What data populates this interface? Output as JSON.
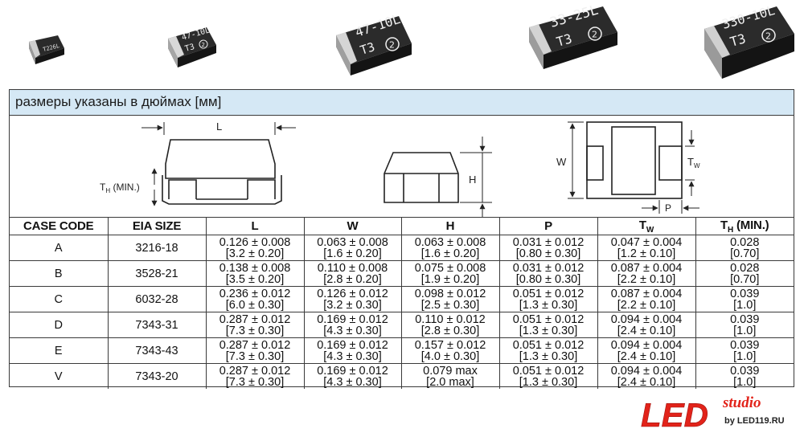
{
  "photos": [
    {
      "label": "T226L",
      "code": ""
    },
    {
      "label": "47-10L",
      "code": "T3"
    },
    {
      "label": "47-10L",
      "code": "T3"
    },
    {
      "label": "33-25L",
      "code": "T3"
    },
    {
      "label": "330-10L",
      "code": "T3"
    }
  ],
  "photo_mark": "2",
  "header": {
    "title": "размеры указаны в дюймах [мм]"
  },
  "drawings": {
    "side_l": "L",
    "side_th": "T",
    "side_th_sub": "H",
    "side_th_suffix": " (MIN.)",
    "front_h": "H",
    "top_w": "W",
    "top_tw": "T",
    "top_tw_sub": "W",
    "top_p": "P"
  },
  "table": {
    "columns": [
      {
        "text": "CASE CODE",
        "sub": ""
      },
      {
        "text": "EIA SIZE",
        "sub": ""
      },
      {
        "text": "L",
        "sub": ""
      },
      {
        "text": "W",
        "sub": ""
      },
      {
        "text": "H",
        "sub": ""
      },
      {
        "text": "P",
        "sub": ""
      },
      {
        "text": "T",
        "sub": "W"
      },
      {
        "text": "T",
        "sub": "H",
        "suffix": " (MIN.)"
      }
    ],
    "rows": [
      {
        "case": "A",
        "eia": "3216-18",
        "L": [
          "0.126 ± 0.008",
          "[3.2 ± 0.20]"
        ],
        "W": [
          "0.063 ± 0.008",
          "[1.6 ± 0.20]"
        ],
        "H": [
          "0.063 ± 0.008",
          "[1.6 ± 0.20]"
        ],
        "P": [
          "0.031 ± 0.012",
          "[0.80 ± 0.30]"
        ],
        "TW": [
          "0.047 ± 0.004",
          "[1.2 ± 0.10]"
        ],
        "TH": [
          "0.028",
          "[0.70]"
        ]
      },
      {
        "case": "B",
        "eia": "3528-21",
        "L": [
          "0.138 ± 0.008",
          "[3.5 ± 0.20]"
        ],
        "W": [
          "0.110 ± 0.008",
          "[2.8 ± 0.20]"
        ],
        "H": [
          "0.075 ± 0.008",
          "[1.9 ± 0.20]"
        ],
        "P": [
          "0.031 ± 0.012",
          "[0.80 ± 0.30]"
        ],
        "TW": [
          "0.087 ± 0.004",
          "[2.2 ± 0.10]"
        ],
        "TH": [
          "0.028",
          "[0.70]"
        ]
      },
      {
        "case": "C",
        "eia": "6032-28",
        "L": [
          "0.236 ± 0.012",
          "[6.0 ± 0.30]"
        ],
        "W": [
          "0.126 ± 0.012",
          "[3.2 ± 0.30]"
        ],
        "H": [
          "0.098 ± 0.012",
          "[2.5 ± 0.30]"
        ],
        "P": [
          "0.051 ± 0.012",
          "[1.3 ± 0.30]"
        ],
        "TW": [
          "0.087 ± 0.004",
          "[2.2 ± 0.10]"
        ],
        "TH": [
          "0.039",
          "[1.0]"
        ]
      },
      {
        "case": "D",
        "eia": "7343-31",
        "L": [
          "0.287 ± 0.012",
          "[7.3 ± 0.30]"
        ],
        "W": [
          "0.169 ± 0.012",
          "[4.3 ± 0.30]"
        ],
        "H": [
          "0.110 ± 0.012",
          "[2.8 ± 0.30]"
        ],
        "P": [
          "0.051 ± 0.012",
          "[1.3 ± 0.30]"
        ],
        "TW": [
          "0.094 ± 0.004",
          "[2.4 ± 0.10]"
        ],
        "TH": [
          "0.039",
          "[1.0]"
        ]
      },
      {
        "case": "E",
        "eia": "7343-43",
        "L": [
          "0.287 ± 0.012",
          "[7.3 ± 0.30]"
        ],
        "W": [
          "0.169 ± 0.012",
          "[4.3 ± 0.30]"
        ],
        "H": [
          "0.157 ± 0.012",
          "[4.0 ± 0.30]"
        ],
        "P": [
          "0.051 ± 0.012",
          "[1.3 ± 0.30]"
        ],
        "TW": [
          "0.094 ± 0.004",
          "[2.4 ± 0.10]"
        ],
        "TH": [
          "0.039",
          "[1.0]"
        ]
      },
      {
        "case": "V",
        "eia": "7343-20",
        "L": [
          "0.287 ± 0.012",
          "[7.3 ± 0.30]"
        ],
        "W": [
          "0.169 ± 0.012",
          "[4.3 ± 0.30]"
        ],
        "H": [
          "0.079 max",
          "[2.0 max]"
        ],
        "P": [
          "0.051 ± 0.012",
          "[1.3 ± 0.30]"
        ],
        "TW": [
          "0.094 ± 0.004",
          "[2.4 ± 0.10]"
        ],
        "TH": [
          "0.039",
          "[1.0]"
        ]
      }
    ]
  },
  "logo": {
    "main": "LED",
    "script": "studio",
    "sub": "by LED119.RU",
    "color": "#e2231a"
  }
}
